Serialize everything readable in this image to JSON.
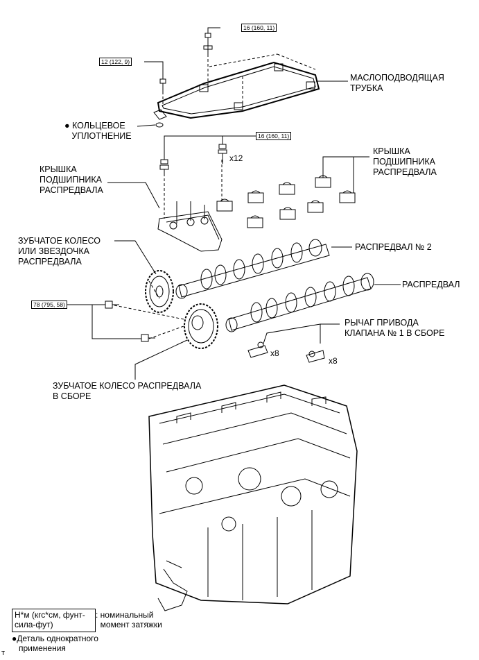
{
  "torques": {
    "t_16_top": "16 (160, 11)",
    "t_12": "12 (122, 9)",
    "t_16_mid": "16 (160, 11)",
    "t_78": "78 (795, 58)"
  },
  "labels": {
    "oil_pipe": "МАСЛОПОДВОДЯЩАЯ\nТРУБКА",
    "oring": "● КОЛЬЦЕВОЕ\n   УПЛОТНЕНИЕ",
    "bearing_cap_left": "КРЫШКА\nПОДШИПНИКА\nРАСПРЕДВАЛА",
    "bearing_cap_right": "КРЫШКА\nПОДШИПНИКА\nРАСПРЕДВАЛА",
    "sprocket": "ЗУБЧАТОЕ КОЛЕСО\nИЛИ ЗВЕЗДОЧКА\nРАСПРЕДВАЛА",
    "camshaft2": "РАСПРЕДВАЛ № 2",
    "camshaft": "РАСПРЕДВАЛ",
    "rocker": "РЫЧАГ ПРИВОДА\nКЛАПАНА № 1 В СБОРЕ",
    "cam_timing_gear": "ЗУБЧАТОЕ КОЛЕСО РАСПРЕДВАЛА\nВ СБОРЕ"
  },
  "quantities": {
    "bolts_x12": "x12",
    "rocker_a_x8": "x8",
    "rocker_b_x8": "x8"
  },
  "legend": {
    "torque_box": "Н*м (кгс*см, фунт-\nсила-фут)",
    "torque_desc": ": номинальный\n  момент затяжки",
    "non_reusable": "●Деталь однократного\n   применения"
  },
  "corner_mark": "т"
}
